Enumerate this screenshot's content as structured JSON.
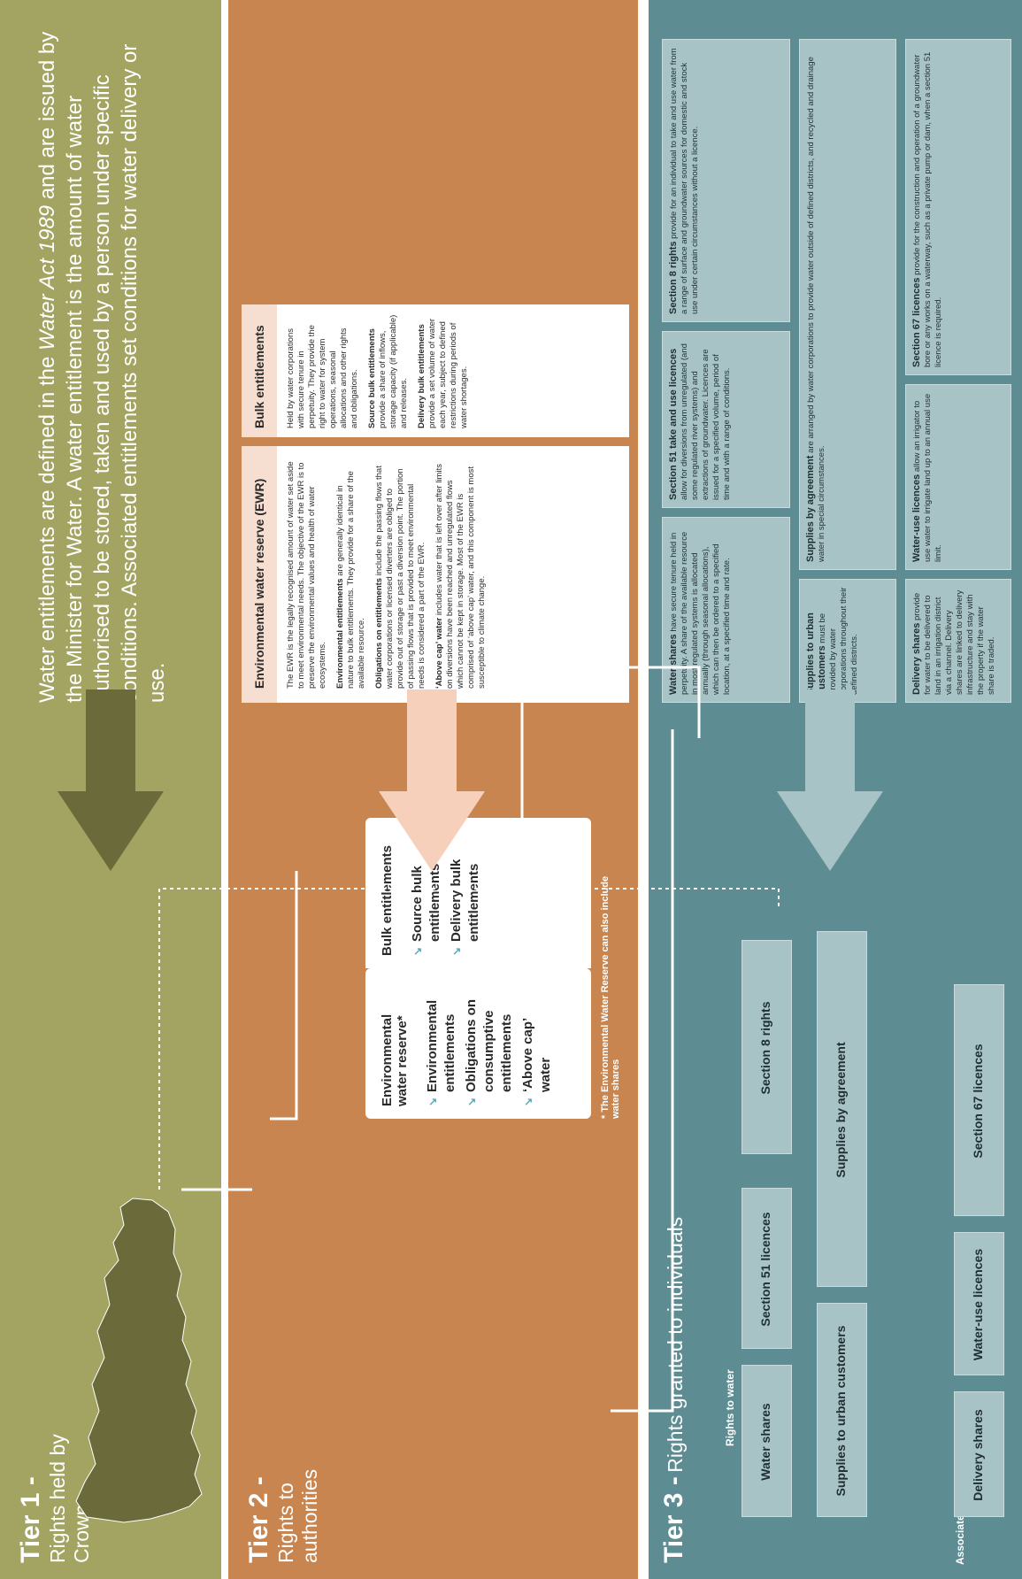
{
  "tier1": {
    "label": "Tier 1 -",
    "subtitle": "Rights held by Crown",
    "intro": {
      "part1": "Water entitlements are defined in the ",
      "act_name": "Water Act 1989",
      "part2": " and are issued by the Minister for Water. A water entitlement is the amount of water authorised to be stored, taken and used by a person under specific conditions. Associated entitlements set conditions for water delivery or use."
    }
  },
  "tier2": {
    "label": "Tier 2 -",
    "subtitle": "Rights to authorities",
    "summary": {
      "ewr": {
        "title": "Environmental water reserve*",
        "items": [
          "Environmental entitlements",
          "Obligations on consumptive entitlements",
          "‘Above cap’ water"
        ]
      },
      "bulk": {
        "title": "Bulk entitlements",
        "items": [
          "Source bulk entitlements",
          "Delivery bulk entitlements"
        ]
      }
    },
    "footnote": "* The Environmental Water Reserve can also include water shares",
    "detail": {
      "ewr": {
        "title": "Environmental water reserve (EWR)",
        "p1": {
          "bold": "",
          "text": "The EWR is the legally recognised amount of water set aside to meet environmental needs. The objective of the EWR is to preserve the environmental values and health of water ecosystems."
        },
        "p2": {
          "bold": "Environmental entitlements",
          "text": " are generally identical in nature to bulk entitlements. They provide for a share of the available resource."
        },
        "p3": {
          "bold": "Obligations on entitlements",
          "text": " include the passing flows that water corporations or licensed diverters are obliged to provide out of storage or past a diversion point. The portion of passing flows that is provided to meet environmental needs is considered a part of the EWR."
        },
        "p4": {
          "bold": "‘Above cap’ water",
          "text": " includes water that is left over after limits on diversions have been reached and unregulated flows which cannot be kept in storage. Most of the EWR is comprised of ‘above cap’ water, and this component is most susceptible to climate change."
        }
      },
      "bulk": {
        "title": "Bulk entitlements",
        "p1": {
          "bold": "",
          "text": "Held by water corporations with secure tenure in perpetuity. They provide the right to water for system operations, seasonal allocations and other rights and obligations."
        },
        "p2": {
          "bold": "Source bulk entitlements",
          "text": " provide a share of inflows, storage capacity (if applicable) and releases."
        },
        "p3": {
          "bold": "Delivery bulk entitlements",
          "text": " provide a set volume of water each year, subject to defined restrictions during periods of water shortages."
        }
      }
    }
  },
  "tier3": {
    "label": "Tier 3 -",
    "subtitle": "Rights granted to individuals",
    "rights_label": "Rights to water",
    "associated_label": "Associated entitlements",
    "summary": [
      "Water shares",
      "Section 51 licences",
      "Section 8 rights",
      "Supplies to urban customers",
      "Supplies by agreement",
      "Delivery shares",
      "Water-use licences",
      "Section 67 licences"
    ],
    "detail": [
      {
        "bold": "Water shares",
        "text": " have secure tenure held in perpetuity. A share of the available resource in most regulated systems is allocated annually (through seasonal allocations), which can then be ordered to a specified location, at a specified time and rate."
      },
      {
        "bold": "Section 51 take and use licences",
        "text": " allow for diversions from unregulated (and some regulated river systems) and extractions of groundwater. Licences are issued for a specified volume, period of time and with a range of conditions."
      },
      {
        "bold": "Section 8 rights",
        "text": " provide for an individual to take and use water from a range of surface and groundwater sources for domestic and stock use under certain circumstances without a licence."
      },
      {
        "bold": "Supplies to urban customers",
        "text": " must be provided by water corporations throughout their defined districts."
      },
      {
        "bold": "Supplies by agreement",
        "text": " are arranged by water corporations to provide water outside of defined districts, and recycled and drainage water in special circumstances."
      },
      {
        "bold": "Delivery shares",
        "text": " provide for water to be delivered to land in an irrigation district via a channel. Delivery shares are linked to delivery infrastructure and stay with the property if the water share is traded."
      },
      {
        "bold": "Water-use licences",
        "text": " allow an irrigator to use water to irrigate land up to an annual use limit."
      },
      {
        "bold": "Section 67 licences",
        "text": " provide for the construction and operation of a groundwater bore or any works on a waterway, such as a private pump or dam, when a section 51 licence is required."
      }
    ]
  }
}
